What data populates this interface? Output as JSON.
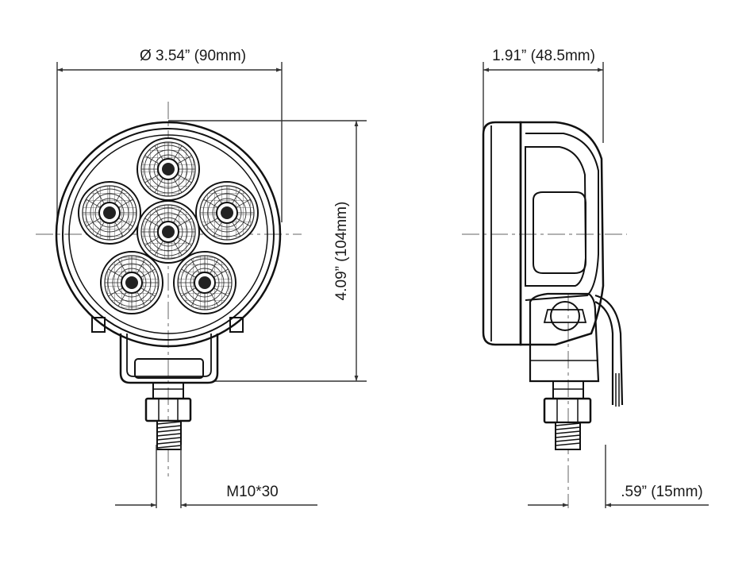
{
  "dimensions": {
    "diameter_label": "Ø 3.54” (90mm)",
    "height_label": "4.09” (104mm)",
    "depth_label": "1.91” (48.5mm)",
    "bolt_label": "M10*30",
    "bolt_offset_label": ".59” (15mm)"
  },
  "colors": {
    "stroke": "#111111",
    "dimension": "#333333",
    "centerline": "#666666",
    "background": "#ffffff"
  }
}
